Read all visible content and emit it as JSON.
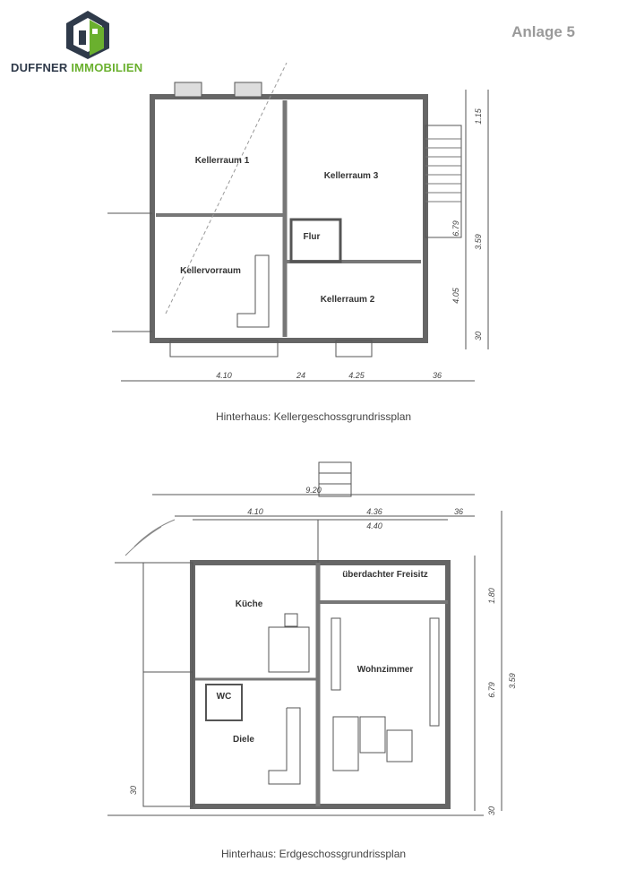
{
  "header": {
    "logo_brand": "DUFFNER",
    "logo_suffix": "IMMOBILIEN",
    "annex_label": "Anlage 5"
  },
  "plan_basement": {
    "caption": "Hinterhaus: Kellergeschossgrundrissplan",
    "rooms": {
      "keller1": "Kellerraum 1",
      "keller3": "Kellerraum 3",
      "flur": "Flur",
      "vorraum": "Kellervorraum",
      "keller2": "Kellerraum 2"
    },
    "dims": {
      "bottom_left": "4.10",
      "bottom_mid": "24",
      "bottom_right": "4.25",
      "bottom_far": "36",
      "right_a": "6.79",
      "right_b": "3.59",
      "right_c": "4.05",
      "right_top": "1.15",
      "right_small": "30"
    }
  },
  "plan_ground": {
    "caption": "Hinterhaus: Erdgeschossgrundrissplan",
    "rooms": {
      "kueche": "Küche",
      "freisitz": "überdachter Freisitz",
      "wohnzimmer": "Wohnzimmer",
      "wc": "WC",
      "diele": "Diele"
    },
    "dims": {
      "top_total": "9.20",
      "top_left": "4.10",
      "top_right": "4.36",
      "top_right2": "4.40",
      "top_far": "36",
      "right_a": "6.79",
      "right_b": "3.59",
      "right_c": "1.80",
      "right_small": "30",
      "left_small": "30"
    }
  }
}
